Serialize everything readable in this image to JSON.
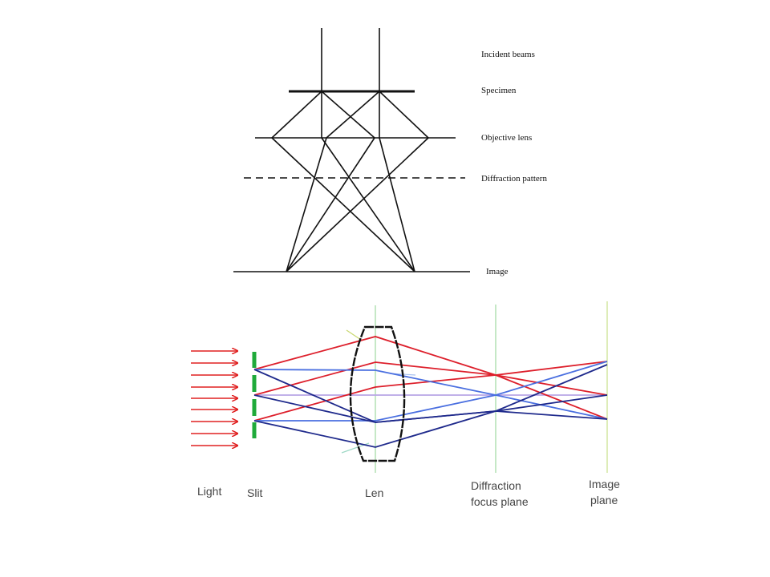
{
  "top_diagram": {
    "labels": {
      "incident_beams": "Incident beams",
      "specimen": "Specimen",
      "objective_lens": "Objective lens",
      "diffraction_pattern": "Diffraction pattern",
      "image": "Image"
    }
  },
  "bottom_diagram": {
    "labels": {
      "light": "Light",
      "slit": "Slit",
      "lens": "Len",
      "diffraction_line1": "Diffraction",
      "diffraction_line2": "focus plane",
      "image_line1": "Image",
      "image_line2": "plane"
    },
    "colors": {
      "arrows": "#e02020",
      "slit": "#1faa3a",
      "plane_lines": "#9fd9a0",
      "image_plane_line": "#c8df8a",
      "ray_red": "#dd1f2b",
      "ray_blue": "#4a6fe0",
      "ray_navy": "#1f2a8c",
      "ray_lavender": "#b8a6e6",
      "lens_outline": "#111111"
    }
  }
}
